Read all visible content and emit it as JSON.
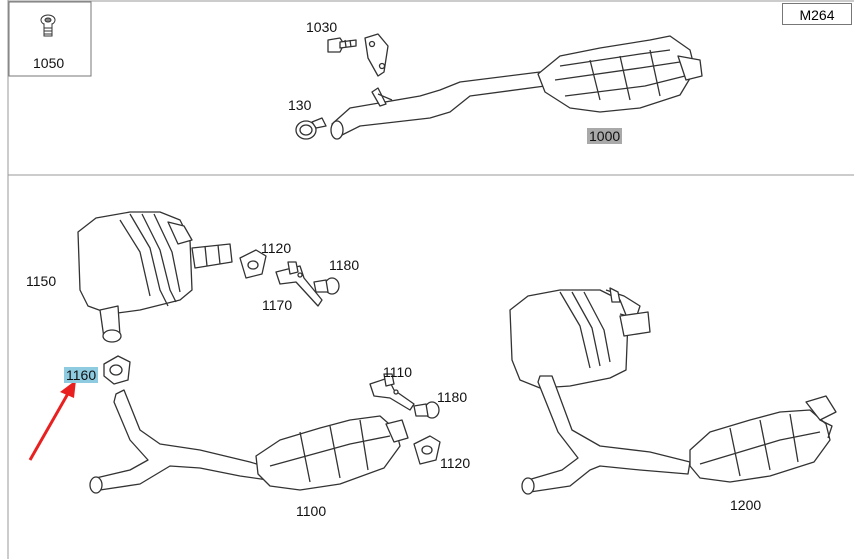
{
  "model_code": "M264",
  "callouts": {
    "bolt_box": "1050",
    "bolt_1030": "1030",
    "clamp_130": "130",
    "front_pipe_cat": "1000",
    "rear_muffler_left": "1150",
    "hanger_1120_top": "1120",
    "bracket_1170": "1170",
    "screw_1180_top": "1180",
    "clamp_1160": "1160",
    "bracket_1110": "1110",
    "screw_1180_mid": "1180",
    "hanger_1120_mid": "1120",
    "exhaust_system_1100": "1100",
    "exhaust_system_1200": "1200"
  },
  "colors": {
    "highlight_grey": "#a9a9a9",
    "highlight_blue": "#8fcbe0",
    "arrow_red": "#e8201f",
    "line": "#333333"
  }
}
